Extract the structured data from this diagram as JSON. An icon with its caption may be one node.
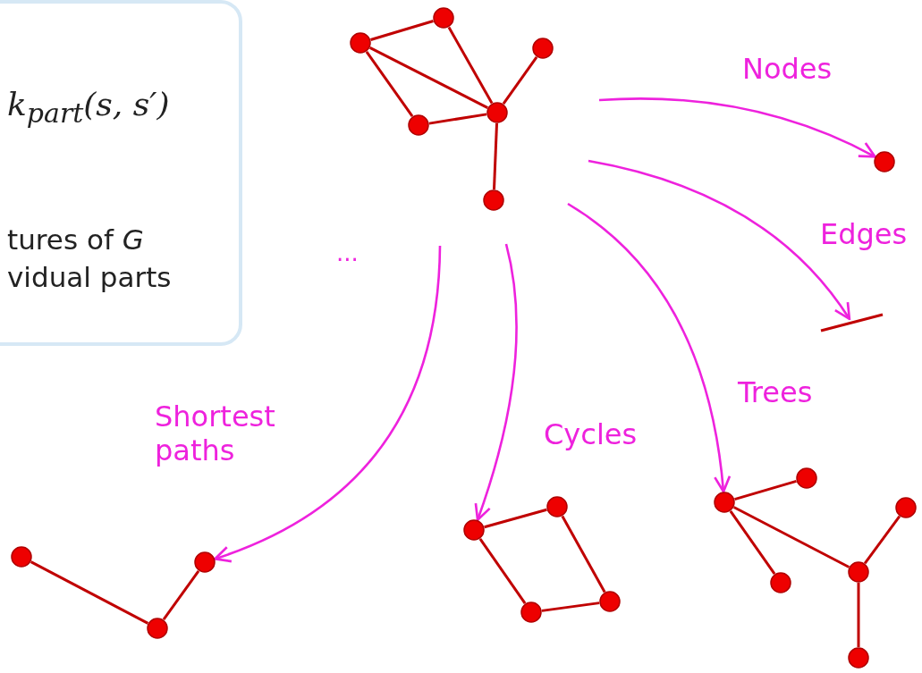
{
  "diagram": {
    "nodes": [
      {
        "text": [
          "k$_{part}$(s, s′)",
          "tures of *G*",
          "vidual parts"
        ]
      },
      {
        "text": [],
        "shape": "circle"
      },
      {
        "text": [],
        "shape": "circle"
      },
      {
        "text": [],
        "shape": "circle"
      },
      {
        "text": [],
        "shape": "circle"
      },
      {
        "text": [],
        "shape": "circle"
      },
      {
        "text": [],
        "shape": "circle"
      },
      {
        "text": [],
        "shape": "circle"
      },
      {
        "text": [],
        "shape": "line"
      },
      {
        "text": [],
        "shape": "circle"
      },
      {
        "text": [],
        "shape": "circle"
      },
      {
        "text": [],
        "shape": "circle"
      },
      {
        "text": [],
        "shape": "circle"
      },
      {
        "text": [],
        "shape": "circle"
      },
      {
        "text": [],
        "shape": "circle"
      },
      {
        "text": [],
        "shape": "circle"
      },
      {
        "text": [],
        "shape": "circle"
      },
      {
        "text": [],
        "shape": "circle"
      },
      {
        "text": [],
        "shape": "circle"
      },
      {
        "text": [],
        "shape": "circle"
      },
      {
        "text": [],
        "shape": "circle"
      },
      {
        "text": [],
        "shape": "circle"
      }
    ],
    "edges": [
      {
        "from": 1,
        "to": 2,
        "arrow": "none"
      },
      {
        "from": 1,
        "to": 5,
        "arrow": "none"
      },
      {
        "from": 1,
        "to": 4,
        "arrow": "none"
      },
      {
        "from": 2,
        "to": 5,
        "arrow": "none"
      },
      {
        "from": 4,
        "to": 5,
        "arrow": "none"
      },
      {
        "from": 3,
        "to": 5,
        "arrow": "none"
      },
      {
        "from": 5,
        "to": 6,
        "arrow": "none"
      },
      {
        "from": 9,
        "to": 10,
        "arrow": "none"
      },
      {
        "from": 9,
        "to": 11,
        "arrow": "none"
      },
      {
        "from": 9,
        "to": 13,
        "arrow": "none"
      },
      {
        "from": 12,
        "to": 13,
        "arrow": "none"
      },
      {
        "from": 13,
        "to": 14,
        "arrow": "none"
      },
      {
        "from": 15,
        "to": 16,
        "arrow": "none"
      },
      {
        "from": 16,
        "to": 17,
        "arrow": "none"
      },
      {
        "from": 17,
        "to": 18,
        "arrow": "none"
      },
      {
        "from": 18,
        "to": 15,
        "arrow": "none"
      },
      {
        "from": 19,
        "to": 21,
        "arrow": "none"
      },
      {
        "from": 21,
        "to": 20,
        "arrow": "none"
      },
      {
        "from": null,
        "to": 7,
        "arrow": "to",
        "label": "Nodes",
        "color": "#ee22dd"
      },
      {
        "from": null,
        "to": 8,
        "arrow": "to",
        "label": "Edges",
        "color": "#ee22dd"
      },
      {
        "from": null,
        "to": 9,
        "arrow": "to",
        "label": "Trees",
        "color": "#ee22dd"
      },
      {
        "from": null,
        "to": 15,
        "arrow": "to",
        "label": "Cycles",
        "color": "#ee22dd"
      },
      {
        "from": null,
        "to": 20,
        "arrow": "to",
        "label": "Shortest paths",
        "color": "#ee22dd"
      }
    ],
    "labels": [
      "..."
    ]
  }
}
